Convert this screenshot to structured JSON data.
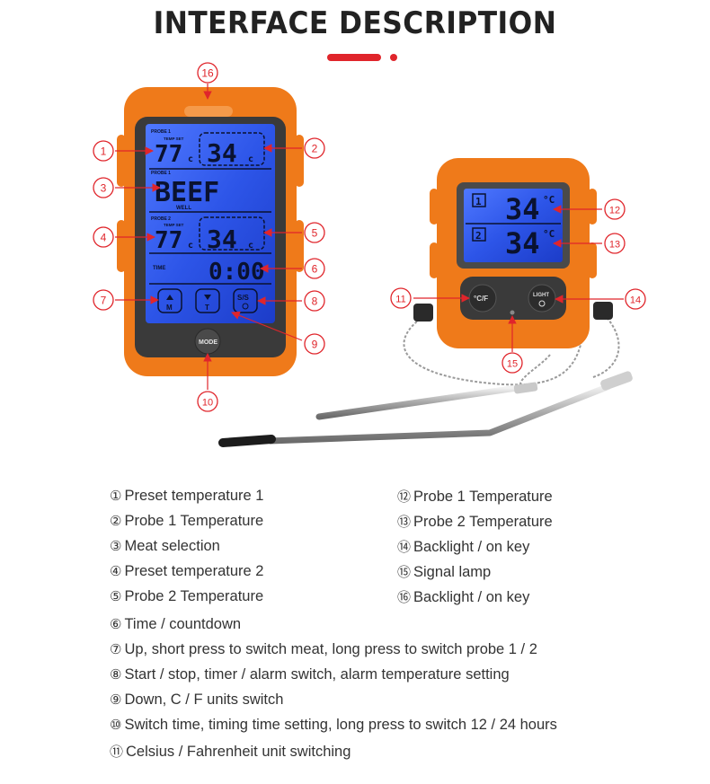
{
  "title": "INTERFACE DESCRIPTION",
  "callout_labels": [
    "16",
    "1",
    "2",
    "3",
    "4",
    "5",
    "6",
    "7",
    "8",
    "9",
    "10",
    "11",
    "12",
    "13",
    "14",
    "15"
  ],
  "device1": {
    "lcd": {
      "probe1_label": "PROBE 1",
      "temp_set_label": "TEMP SET",
      "preset1": "77",
      "preset1_unit": "c",
      "probe1_temp": "34",
      "probe1_unit": "c",
      "meat_probe_label": "PROBE 1",
      "meat": "BEEF",
      "doneness": "WELL",
      "probe2_label": "PROBE 2",
      "temp_set2_label": "TEMP SET",
      "preset2": "77",
      "preset2_unit": "c",
      "probe2_temp": "34",
      "probe2_unit": "c",
      "time_label": "TIME",
      "time": "0:00"
    },
    "keys": {
      "up_sub": "M",
      "down_sub": "T",
      "ss": "S/S",
      "mode": "MODE"
    }
  },
  "device2": {
    "row1_num": "1",
    "row1_temp": "34",
    "row1_unit": "°C",
    "row2_num": "2",
    "row2_temp": "34",
    "row2_unit": "°C",
    "cf_key": "°C/F",
    "light_key": "LIGHT"
  },
  "legend": [
    {
      "mark": "①",
      "text": "Preset temperature 1"
    },
    {
      "mark": "②",
      "text": "Probe 1 Temperature"
    },
    {
      "mark": "③",
      "text": "Meat selection"
    },
    {
      "mark": "④",
      "text": "Preset temperature 2"
    },
    {
      "mark": "⑤",
      "text": "Probe 2 Temperature"
    },
    {
      "mark": "⑫",
      "text": "Probe 1 Temperature"
    },
    {
      "mark": "⑬",
      "text": "Probe 2 Temperature"
    },
    {
      "mark": "⑭",
      "text": "Backlight / on key"
    },
    {
      "mark": "⑮",
      "text": "Signal lamp"
    },
    {
      "mark": "⑯",
      "text": "Backlight / on key"
    },
    {
      "mark": "⑥",
      "text": "Time / countdown"
    },
    {
      "mark": "⑦",
      "text": "Up, short press to switch meat, long press to switch probe 1 / 2"
    },
    {
      "mark": "⑧",
      "text": "Start / stop, timer / alarm switch, alarm temperature setting"
    },
    {
      "mark": "⑨",
      "text": "Down, C / F units switch"
    },
    {
      "mark": "⑩",
      "text": "Switch time, timing time setting, long press to switch 12 / 24 hours"
    },
    {
      "mark": "⑪",
      "text": "Celsius / Fahrenheit unit switching"
    }
  ],
  "colors": {
    "accent": "#e0252b",
    "orange": "#f07d1e",
    "lcd": "#2f5cf0"
  }
}
